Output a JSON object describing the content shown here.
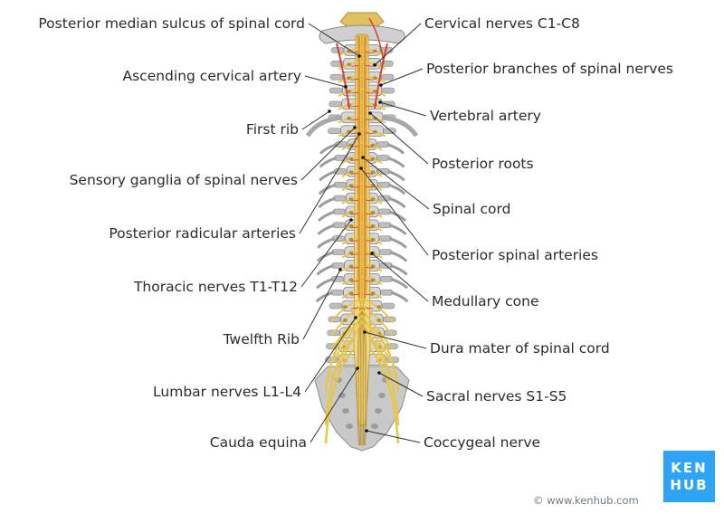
{
  "colors": {
    "bone": "#cfcfcf",
    "bone_dark": "#8a8a8a",
    "nerve": "#e8c64a",
    "nerve_dark": "#b8902a",
    "artery": "#d8412f",
    "leader": "#333333",
    "brand": "#2fa4f5"
  },
  "left_labels": [
    "Posterior median sulcus of spinal cord",
    "Ascending cervical artery",
    "First rib",
    "Sensory ganglia of spinal nerves",
    "Posterior radicular arteries",
    "Thoracic nerves T1-T12",
    "Twelfth Rib",
    "Lumbar nerves L1-L4",
    "Cauda equina"
  ],
  "right_labels": [
    "Cervical nerves C1-C8",
    "Posterior branches of spinal nerves",
    "Vertebral artery",
    "Posterior roots",
    "Spinal cord",
    "Posterior spinal arteries",
    "Medullary cone",
    "Dura mater of spinal cord",
    "Sacral nerves S1-S5",
    "Coccygeal nerve"
  ],
  "brand": {
    "line1": "KEN",
    "line2": "HUB",
    "copyright": "© www.kenhub.com"
  }
}
